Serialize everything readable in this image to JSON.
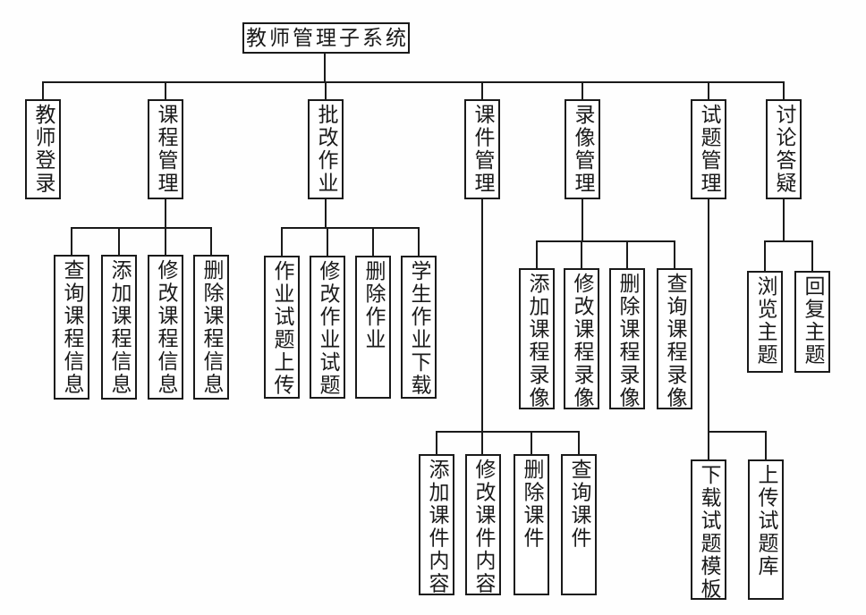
{
  "colors": {
    "ink": "#1a1a1a",
    "background": "#ffffff"
  },
  "tree": {
    "root": {
      "label": "教师管理子系统"
    },
    "branches": [
      {
        "label": "教师登录",
        "children": []
      },
      {
        "label": "课程管理",
        "children": [
          "查询课程信息",
          "添加课程信息",
          "修改课程信息",
          "删除课程信息"
        ]
      },
      {
        "label": "批改作业",
        "children": [
          "作业试题上传",
          "修改作业试题",
          "删除作业",
          "学生作业下载"
        ]
      },
      {
        "label": "课件管理",
        "children": [
          "添加课件内容",
          "修改课件内容",
          "删除课件",
          "查询课件"
        ]
      },
      {
        "label": "录像管理",
        "children": [
          "添加课程录像",
          "修改课程录像",
          "删除课程录像",
          "查询课程录像"
        ]
      },
      {
        "label": "试题管理",
        "children": [
          "下载试题模板",
          "上传试题库"
        ]
      },
      {
        "label": "讨论答疑",
        "children": [
          "浏览主题",
          "回复主题"
        ]
      }
    ]
  }
}
